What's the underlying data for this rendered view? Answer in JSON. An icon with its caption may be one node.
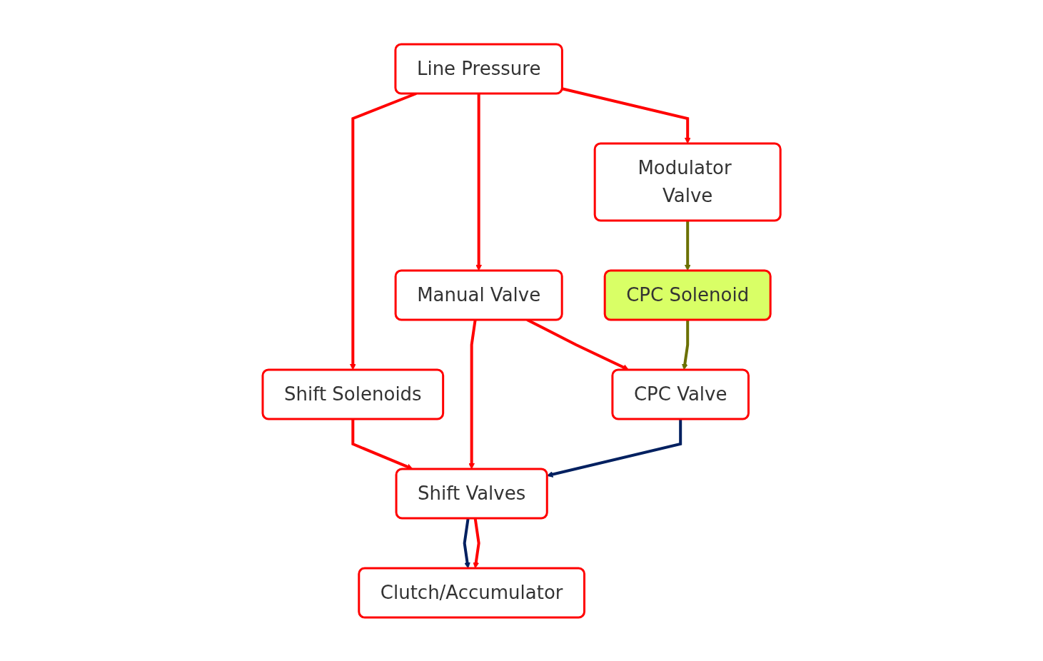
{
  "diagram": {
    "nodes": [
      {
        "text": [
          "Line Pressure"
        ]
      },
      {
        "text": [
          "Modulator Valve"
        ]
      },
      {
        "text": [
          "Manual Valve"
        ]
      },
      {
        "text": [
          "Shift Solenoids"
        ]
      },
      {
        "text": [
          "CPC Solenoid"
        ]
      },
      {
        "text": [
          "Shift Valves"
        ]
      },
      {
        "text": [
          "CPC Valve"
        ]
      },
      {
        "text": [
          "Clutch/Accumulator"
        ]
      }
    ],
    "edges": [
      {
        "from": 0,
        "to": 1,
        "arrow": "to"
      },
      {
        "from": 0,
        "to": 2,
        "arrow": "to"
      },
      {
        "from": 0,
        "to": 3,
        "arrow": "to"
      },
      {
        "from": 1,
        "to": 4,
        "arrow": "to",
        "color": "#6b7000"
      },
      {
        "from": 3,
        "to": 5,
        "arrow": "to"
      },
      {
        "from": 2,
        "to": 5,
        "arrow": "to"
      },
      {
        "from": 2,
        "to": 6,
        "arrow": "to"
      },
      {
        "from": 4,
        "to": 6,
        "arrow": "to",
        "color": "#6b7000"
      },
      {
        "from": 6,
        "to": 5,
        "arrow": "to",
        "color": "#002060"
      },
      {
        "from": 5,
        "to": 7,
        "arrow": "to",
        "color": "#002060"
      },
      {
        "from": 5,
        "to": 7,
        "arrow": "to"
      }
    ]
  }
}
